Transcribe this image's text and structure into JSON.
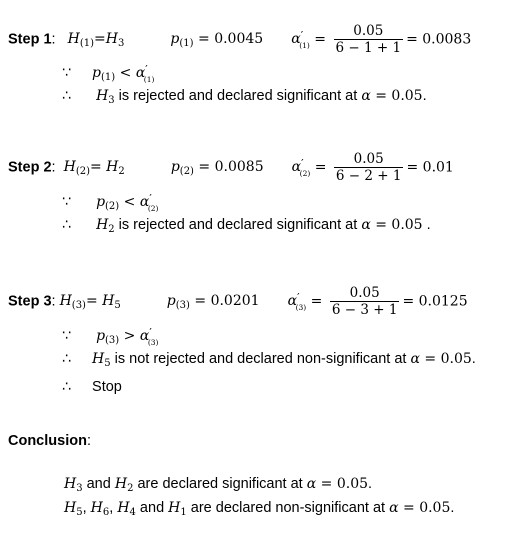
{
  "step1": {
    "label": "Step 1",
    "hyp_idx": "(1)",
    "hyp_num": "3",
    "p_idx": "(1)",
    "p_val": "0.0045",
    "a_idx": "(1)",
    "num": "0.05",
    "den": "6 − 1 + 1",
    "result": "0.0083",
    "cmp_pidx": "(1)",
    "cmp_aidx": "(1)",
    "h_num": "3",
    "text": " is rejected and declared significant at "
  },
  "step2": {
    "label": "Step 2",
    "hyp_idx": "(2)",
    "hyp_num": "2",
    "p_idx": "(2)",
    "p_val": "0.0085",
    "a_idx": "(2)",
    "num": "0.05",
    "den": "6 − 2 + 1",
    "result": "0.01",
    "cmp_pidx": "(2)",
    "cmp_aidx": "(2)",
    "h_num": "2",
    "text": " is rejected and declared significant at "
  },
  "step3": {
    "label": "Step 3",
    "hyp_idx": "(3)",
    "hyp_num": "5",
    "p_idx": "(3)",
    "p_val": "0.0201",
    "a_idx": "(3)",
    "num": "0.05",
    "den": "6 − 3 + 1",
    "result": "0.0125",
    "cmp_pidx": "(3)",
    "cmp_aidx": "(3)",
    "h_num": "5",
    "text": " is not rejected and declared non-significant at ",
    "stop": "Stop"
  },
  "alpha_value": "0.05",
  "conclusion": {
    "label": "Conclusion",
    "line1_a": "3",
    "line1_b": "2",
    "line1_text": " are declared significant at ",
    "line2_a": "5",
    "line2_b": "6",
    "line2_c": "4",
    "line2_d": "1",
    "line2_text": " are declared non-significant at "
  }
}
